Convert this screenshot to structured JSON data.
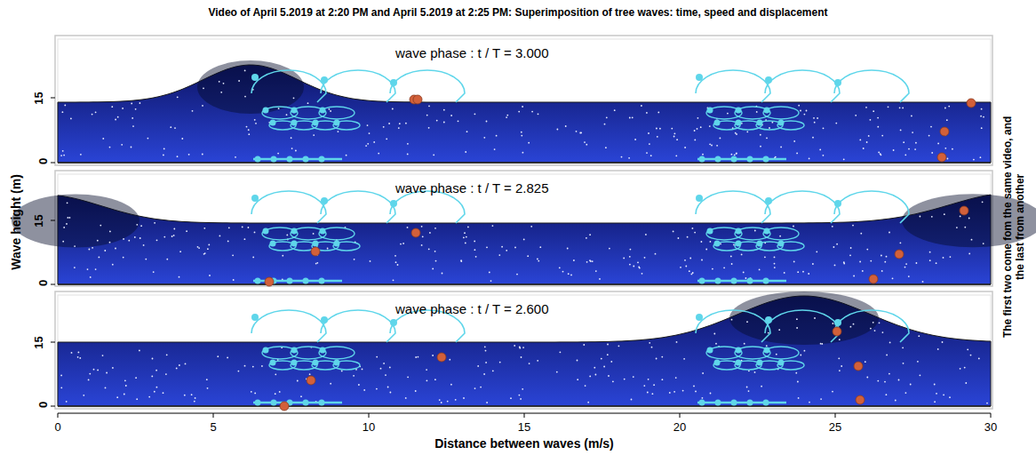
{
  "diagram": {
    "title": "Video of April 5.2019 at 2:20 PM and April 5.2019 at 2:25 PM: Superimposition of tree waves: time, speed and displacement",
    "labels": [
      "wave phase : t / T =   3.000",
      "wave phase : t / T =   2.825",
      "wave phase : t / T =   2.600",
      "15",
      "0",
      "15",
      "0",
      "15",
      "0",
      "Wave height (m)",
      "0",
      "5",
      "10",
      "15",
      "20",
      "25",
      "30",
      "Distance between waves (m/s)",
      "The first  two come fom the same video, and the last from another"
    ]
  }
}
